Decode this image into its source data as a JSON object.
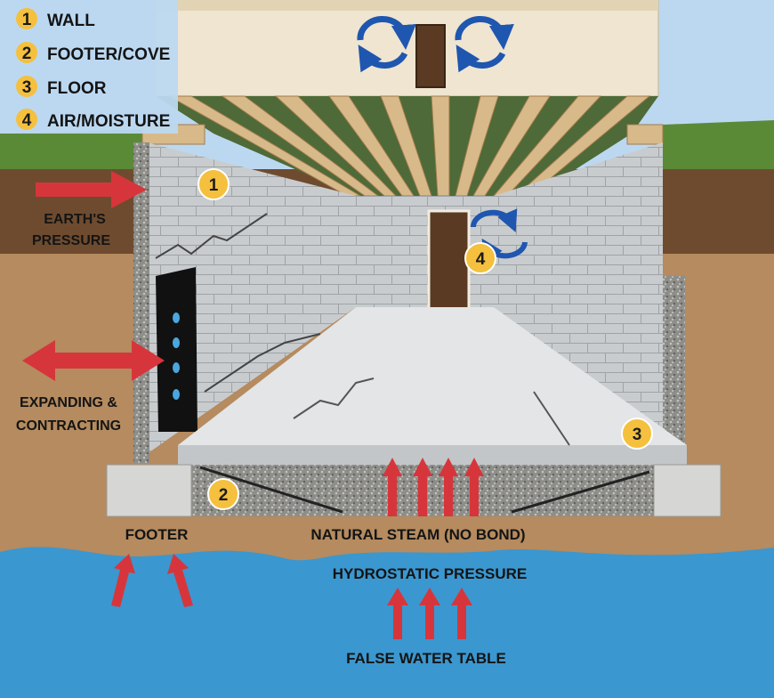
{
  "legend": {
    "items": [
      {
        "num": "1",
        "label": "WALL"
      },
      {
        "num": "2",
        "label": "FOOTER/COVE"
      },
      {
        "num": "3",
        "label": "FLOOR"
      },
      {
        "num": "4",
        "label": "AIR/MOISTURE"
      }
    ]
  },
  "labels": {
    "earth_pressure_1": "EARTH'S",
    "earth_pressure_2": "PRESSURE",
    "expanding_1": "EXPANDING &",
    "expanding_2": "CONTRACTING",
    "footer": "FOOTER",
    "natural_steam": "NATURAL STEAM (NO BOND)",
    "hydrostatic": "HYDROSTATIC PRESSURE",
    "false_water_table": "FALSE WATER TABLE"
  },
  "badges": {
    "wall": "1",
    "footer": "2",
    "floor": "3",
    "air": "4"
  },
  "colors": {
    "sky": "#bcd8f0",
    "badge": "#f4c03e",
    "arrow_red": "#d6363b",
    "arrow_blue": "#1f56b0",
    "water": "#3b97cf",
    "soil": "#b58b5f",
    "soil_dark": "#6e4b2f",
    "grass": "#5b8a37"
  }
}
